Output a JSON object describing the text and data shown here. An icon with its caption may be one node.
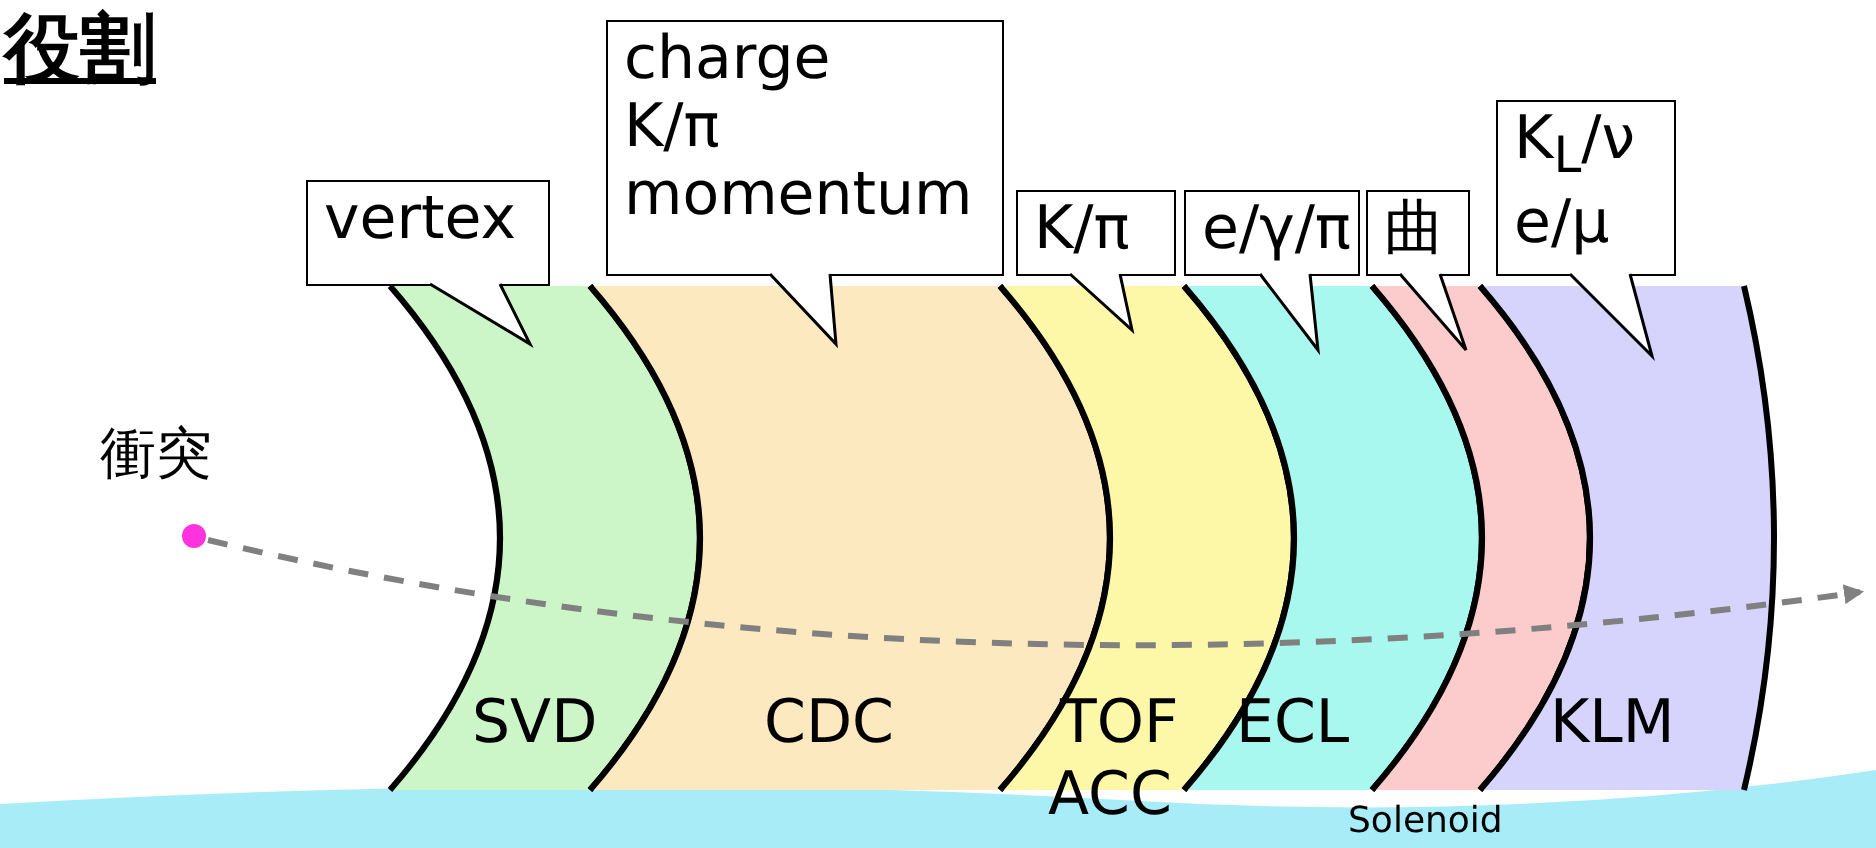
{
  "diagram": {
    "title": "役割",
    "nodes": [
      {
        "text": [
          "vertex"
        ]
      },
      {
        "text": [
          "charge",
          "K/π",
          "momentum"
        ]
      },
      {
        "text": [
          "K/π"
        ]
      },
      {
        "text": [
          "e/γ/π"
        ]
      },
      {
        "text": [
          "曲"
        ]
      },
      {
        "text": [
          "K$_{L}$/ν",
          "e/μ"
        ]
      },
      {
        "text": [
          "衝突"
        ]
      },
      {
        "text": [
          "SVD"
        ]
      },
      {
        "text": [
          "CDC"
        ]
      },
      {
        "text": [
          "TOF",
          "ACC"
        ]
      },
      {
        "text": [
          "ECL"
        ]
      },
      {
        "text": [
          "Solenoid"
        ]
      },
      {
        "text": [
          "KLM"
        ]
      }
    ],
    "edges": [
      {
        "from": 0,
        "to": 7,
        "arrow": "to"
      },
      {
        "from": 1,
        "to": 8,
        "arrow": "to"
      },
      {
        "from": 2,
        "to": 9,
        "arrow": "to"
      },
      {
        "from": 3,
        "to": 10,
        "arrow": "to"
      },
      {
        "from": 4,
        "to": 11,
        "arrow": "to"
      },
      {
        "from": 5,
        "to": 12,
        "arrow": "to"
      },
      {
        "from": 6,
        "to": null,
        "arrow": "to",
        "style": "dashed",
        "color": "#808080"
      }
    ]
  }
}
